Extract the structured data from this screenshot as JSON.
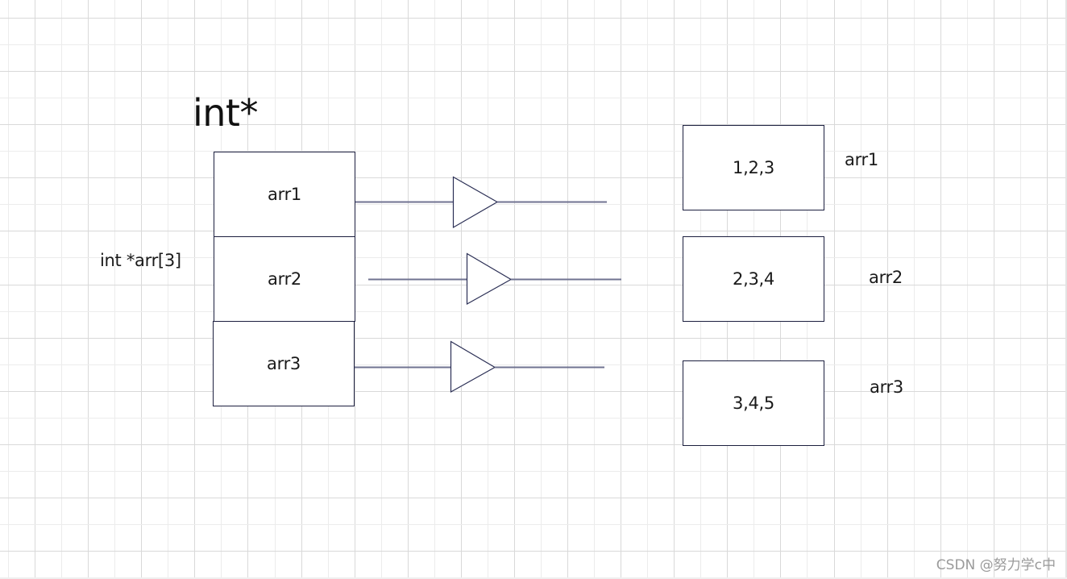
{
  "diagram": {
    "title_type_label": "int*",
    "declaration_label": "int *arr[3]",
    "pointer_array": [
      {
        "label": "arr1"
      },
      {
        "label": "arr2"
      },
      {
        "label": "arr3"
      }
    ],
    "target_arrays": [
      {
        "values": "1,2,3",
        "name": "arr1"
      },
      {
        "values": "2,3,4",
        "name": "arr2"
      },
      {
        "values": "3,4,5",
        "name": "arr3"
      }
    ],
    "connectors": [
      {
        "from": "arr1",
        "to": "arr1",
        "shape": "triangle-arrow"
      },
      {
        "from": "arr2",
        "to": "arr2",
        "shape": "triangle-arrow"
      },
      {
        "from": "arr3",
        "to": "arr3",
        "shape": "triangle-arrow"
      }
    ],
    "colors": {
      "background": "#ffffff",
      "grid_major": "#d9d9d9",
      "grid_minor": "#ececec",
      "box_border": "#1c1f3f",
      "connector_line": "#707391",
      "triangle_stroke": "#2b2f55",
      "text": "#1a1a1a",
      "watermark": "#9a9a9a"
    }
  },
  "watermark": {
    "text": "CSDN @努力学c中"
  }
}
